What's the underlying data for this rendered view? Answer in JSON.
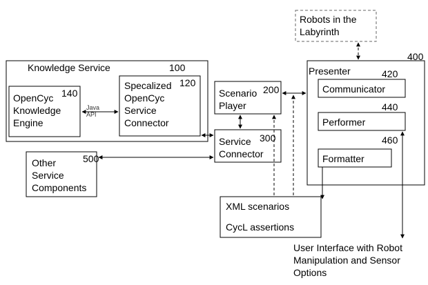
{
  "diagram": {
    "robots": {
      "label": "Robots in the\nLabyrinth"
    },
    "knowledge_service": {
      "label": "Knowledge Service",
      "number": "100"
    },
    "opencyc_engine": {
      "label": "OpenCyc\nKnowledge\nEngine",
      "number": "140"
    },
    "specialized_connector": {
      "label": "Specalized\nOpenCyc\nService\nConnector",
      "number": "120"
    },
    "java_api": {
      "label": "Java\nAPI"
    },
    "scenario_player": {
      "label": "Scenario\nPlayer",
      "number": "200"
    },
    "service_connector": {
      "label": "Service\nConnector",
      "number": "300"
    },
    "other_components": {
      "label": "Other\nService\nComponents",
      "number": "500"
    },
    "presenter": {
      "label": "Presenter",
      "number": "400"
    },
    "communicator": {
      "label": "Communicator",
      "number": "420"
    },
    "performer": {
      "label": "Performer",
      "number": "440"
    },
    "formatter": {
      "label": "Formatter",
      "number": "460"
    },
    "xml_scenarios": {
      "label": "XML scenarios"
    },
    "cycl_assertions": {
      "label": "CycL assertions"
    },
    "user_interface": {
      "label": "User Interface with Robot\nManipulation and Sensor\nOptions"
    }
  }
}
